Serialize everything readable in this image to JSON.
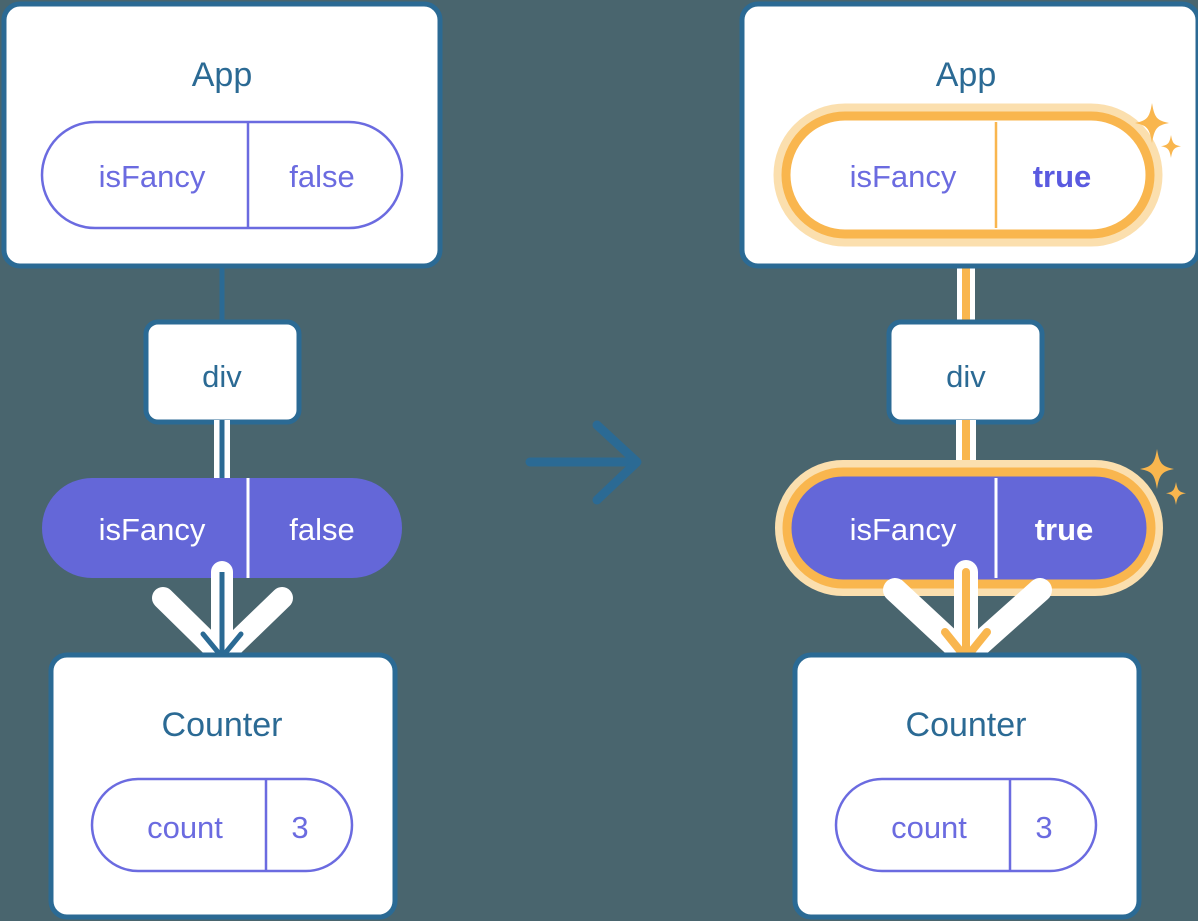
{
  "background_color": "#49656e",
  "colors": {
    "box_border_blue": "#2b6a94",
    "title_blue": "#2b6a94",
    "pill_purple_fill": "#6467d8",
    "pill_outline_purple": "#6b6be0",
    "highlight_orange": "#f9b64e",
    "highlight_orange_glow": "#fbdfae",
    "white": "#ffffff",
    "connector_blue": "#2b6a94",
    "connector_blue_faded": "#c6d6e6",
    "connector_orange_faded": "#fbe8c8"
  },
  "diagram": {
    "type": "react-state-propagation",
    "panels": [
      {
        "id": "before",
        "highlighted": false,
        "app_box": {
          "title": "App",
          "state_pill": {
            "name": "isFancy",
            "value": "false",
            "style": "outline",
            "highlighted": false,
            "bold_value": false
          }
        },
        "div_box": {
          "label": "div"
        },
        "prop_pill": {
          "name": "isFancy",
          "value": "false",
          "style": "filled",
          "highlighted": false,
          "bold_value": false
        },
        "counter_box": {
          "title": "Counter",
          "state_pill": {
            "name": "count",
            "value": "3",
            "style": "outline",
            "highlighted": false,
            "bold_value": false
          }
        }
      },
      {
        "id": "after",
        "highlighted": true,
        "app_box": {
          "title": "App",
          "state_pill": {
            "name": "isFancy",
            "value": "true",
            "style": "outline",
            "highlighted": true,
            "bold_value": true
          }
        },
        "div_box": {
          "label": "div"
        },
        "prop_pill": {
          "name": "isFancy",
          "value": "true",
          "style": "filled",
          "highlighted": true,
          "bold_value": true
        },
        "counter_box": {
          "title": "Counter",
          "state_pill": {
            "name": "count",
            "value": "3",
            "style": "outline",
            "highlighted": false,
            "bold_value": false
          }
        },
        "sparkles": [
          {
            "near": "app-state-pill",
            "count": 2
          },
          {
            "near": "prop-pill",
            "count": 2
          }
        ]
      }
    ],
    "transition_arrow": {
      "direction": "right",
      "color": "#2b6a94"
    }
  }
}
